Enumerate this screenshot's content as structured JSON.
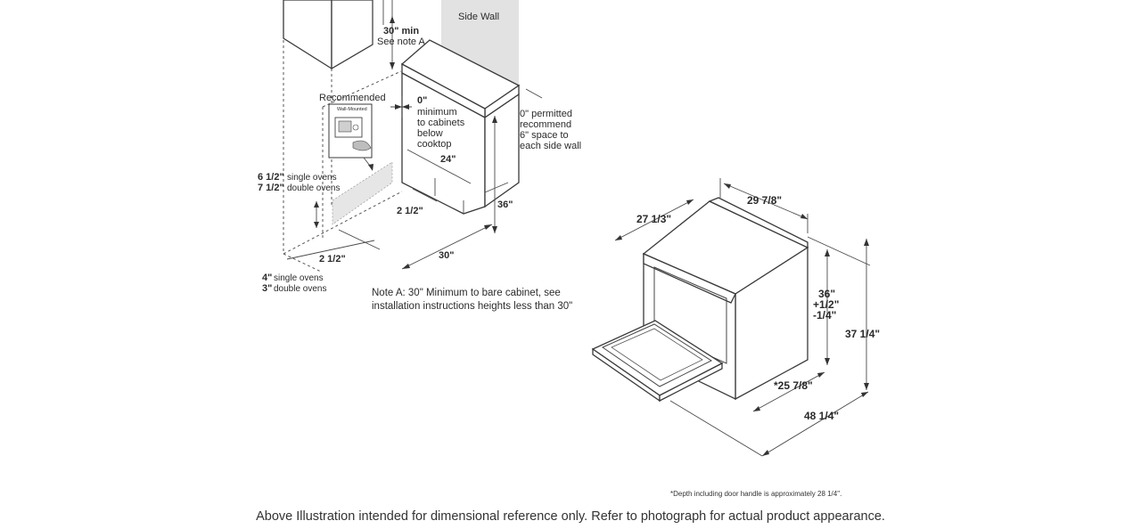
{
  "installation": {
    "side_wall": "Side Wall",
    "cab_30_min": "30\" min",
    "see_note_a": "See note A",
    "recommended": "Recommended",
    "wall_mounted": "Wall-Mounted",
    "zero_label": "0\"",
    "zero_min_lines": [
      "minimum",
      "to cabinets",
      "below",
      "cooktop"
    ],
    "permitted_1": "0\" permitted",
    "permitted_2": "recommend",
    "permitted_3": "6\" space to",
    "permitted_4": "each side wall",
    "dim_24": "24\"",
    "dim_36": "36\"",
    "dim_2half_a": "2 1/2\"",
    "dim_2half_b": "2 1/2\"",
    "dim_30": "30\"",
    "six_half": "6 1/2\"",
    "single_ovens": "single ovens",
    "seven_half": "7 1/2\"",
    "double_ovens": "double ovens",
    "four": "4\"",
    "four_single": "single ovens",
    "three": "3\"",
    "three_double": "double ovens",
    "note_a_1": "Note A: 30\" Minimum to bare cabinet, see",
    "note_a_2": "installation instructions heights less than 30\""
  },
  "range": {
    "width": "29 7/8\"",
    "depth": "27 1/3\"",
    "height_1": "36\"",
    "height_2": "+1/2\"",
    "height_3": "-1/4\"",
    "overall_height": "37 1/4\"",
    "depth_star": "*25 7/8\"",
    "door_open_depth": "48 1/4\""
  },
  "footnote": "*Depth including door handle is approximately 28 1/4\".",
  "caption": "Above Illustration intended for dimensional reference only. Refer to photograph for actual product appearance."
}
